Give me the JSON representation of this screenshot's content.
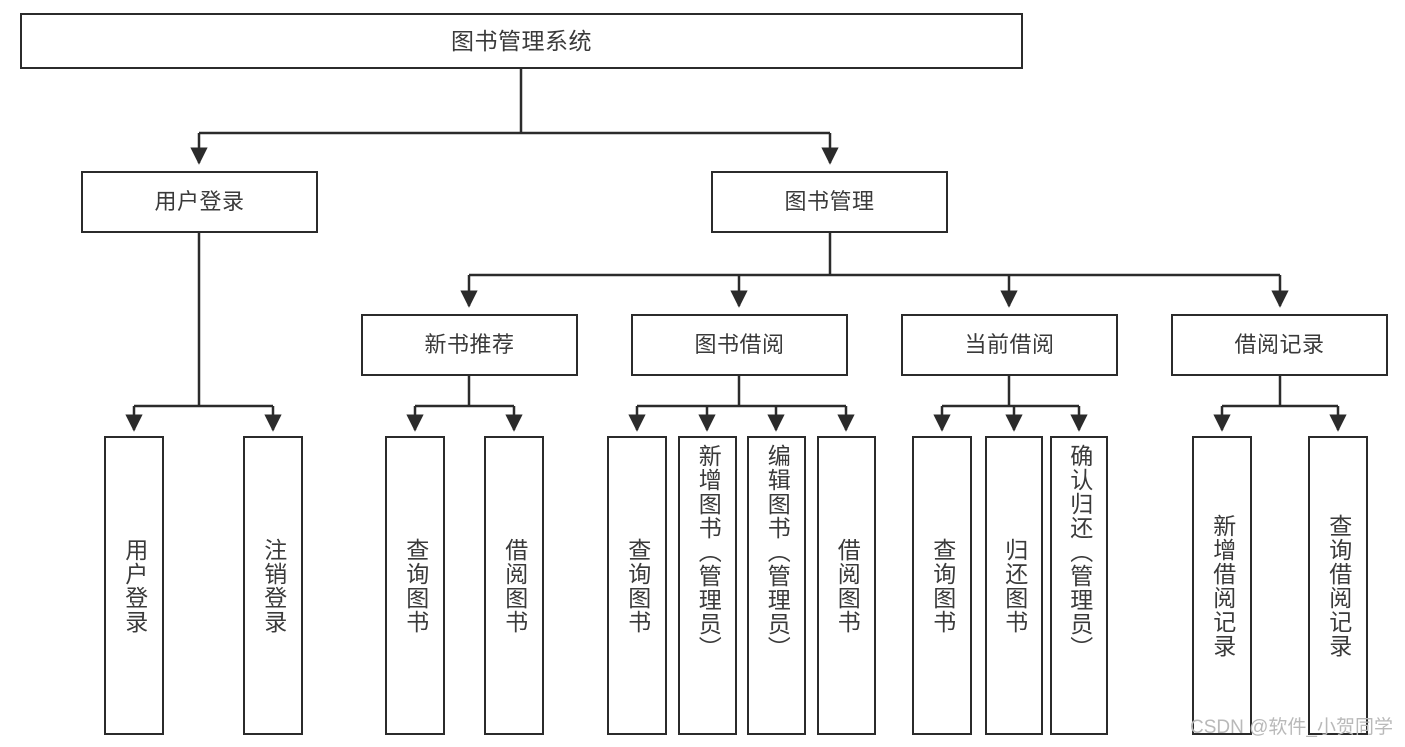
{
  "diagram": {
    "type": "tree",
    "title": "图书管理系统",
    "orientation": "top-down",
    "colors": {
      "box_border": "#2b2b2b",
      "box_fill": "#ffffff",
      "text": "#3a3a3a",
      "edge": "#2b2b2b",
      "background": "#ffffff",
      "watermark": "#b9b9b9"
    },
    "root": {
      "label": "图书管理系统"
    },
    "level2": [
      {
        "label": "用户登录"
      },
      {
        "label": "图书管理"
      }
    ],
    "level3": [
      {
        "label": "新书推荐"
      },
      {
        "label": "图书借阅"
      },
      {
        "label": "当前借阅"
      },
      {
        "label": "借阅记录"
      }
    ],
    "leaves": {
      "user_login": [
        {
          "label": "用户登录"
        },
        {
          "label": "注销登录"
        }
      ],
      "new_book_recommend": [
        {
          "label": "查询图书"
        },
        {
          "label": "借阅图书"
        }
      ],
      "book_borrow": [
        {
          "label": "查询图书"
        },
        {
          "label": "新增图书（管理员）"
        },
        {
          "label": "编辑图书（管理员）"
        },
        {
          "label": "借阅图书"
        }
      ],
      "current_borrow": [
        {
          "label": "查询图书"
        },
        {
          "label": "归还图书"
        },
        {
          "label": "确认归还（管理员）"
        }
      ],
      "borrow_record": [
        {
          "label": "新增借阅记录"
        },
        {
          "label": "查询借阅记录"
        }
      ]
    }
  },
  "watermark": {
    "text": "CSDN @软件_小贺同学"
  }
}
